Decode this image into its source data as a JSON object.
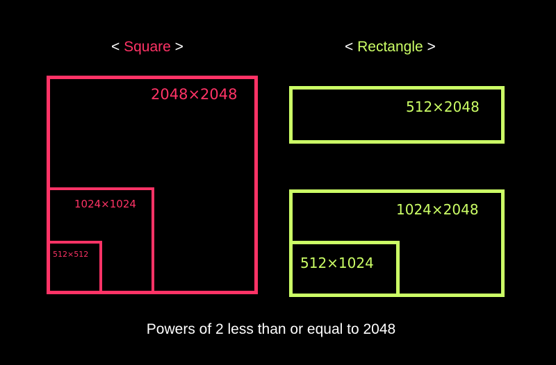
{
  "headings": {
    "square": {
      "open": "< ",
      "word": "Square",
      "close": " >"
    },
    "rectangle": {
      "open": "< ",
      "word": "Rectangle",
      "close": " >"
    }
  },
  "square_boxes": [
    {
      "label": "2048×2048"
    },
    {
      "label": "1024×1024"
    },
    {
      "label": "512×512"
    }
  ],
  "rectangle_boxes": [
    {
      "label": "512×2048"
    },
    {
      "label": "1024×2048"
    },
    {
      "label": "512×1024"
    }
  ],
  "caption": "Powers of 2 less than or equal to 2048",
  "colors": {
    "square": "#ff3366",
    "rectangle": "#ccff66",
    "text": "#ffffff",
    "background": "#000000"
  }
}
